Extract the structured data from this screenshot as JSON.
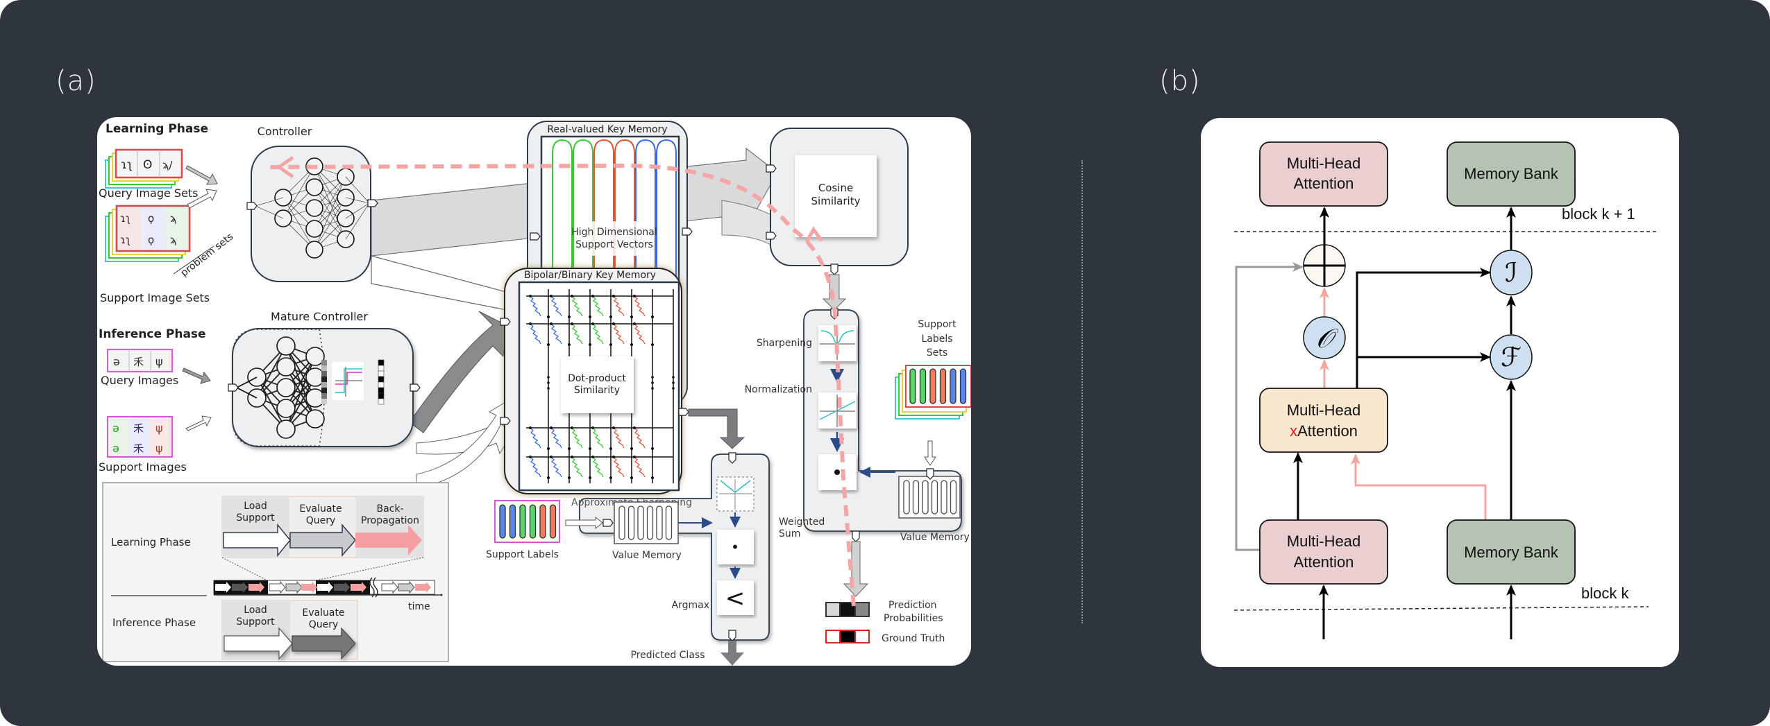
{
  "labels": {
    "panel_a": "(a)",
    "panel_b": "(b)"
  },
  "panel_a": {
    "learning_phase": {
      "title": "Learning Phase",
      "query_image_sets": "Query Image Sets",
      "support_image_sets": "Support Image Sets",
      "problem_sets": "problem sets",
      "controller": "Controller"
    },
    "inference_phase": {
      "title": "Inference Phase",
      "query_images": "Query Images",
      "support_images": "Support Images",
      "mature_controller": "Mature Controller"
    },
    "memories": {
      "real_valued_key_memory": "Real-valued Key Memory",
      "high_dim_line1": "High Dimensional",
      "high_dim_line2": "Support Vectors",
      "bipolar_key_memory": "Bipolar/Binary Key Memory",
      "dot_product_line1": "Dot-product",
      "dot_product_line2": "Similarity",
      "cosine_line1": "Cosine",
      "cosine_line2": "Similarity"
    },
    "pipeline": {
      "sharpening": "Sharpening",
      "normalization": "Normalization",
      "support_labels_sets_line1": "Support",
      "support_labels_sets_line2": "Labels",
      "support_labels_sets_line3": "Sets",
      "weighted_sum_line1": "Weighted",
      "weighted_sum_line2": "Sum",
      "value_memory": "Value Memory",
      "prediction_probabilities_line1": "Prediction",
      "prediction_probabilities_line2": "Probabilities",
      "ground_truth": "Ground Truth",
      "approximate_sharpening": "Approximate Sharpening",
      "support_labels": "Support Labels",
      "value_memory_lower": "Value Memory",
      "argmax": "Argmax",
      "predicted_class": "Predicted Class",
      "weighted_sum_symbol": "•",
      "argmax_symbol": "<"
    },
    "timeline": {
      "learning_phase": "Learning Phase",
      "inference_phase": "Inference Phase",
      "load_support_line1": "Load",
      "load_support_line2": "Support",
      "evaluate_query_line1": "Evaluate",
      "evaluate_query_line2": "Query",
      "backprop_line1": "Back-",
      "backprop_line2": "Propagation",
      "time": "time"
    },
    "glyphs": {
      "query_set": [
        "ɿʅ",
        "ʘ",
        "ϡ/"
      ],
      "support_set": [
        "ɿʅ",
        "ϙ",
        "ϡ",
        "ɿʅ",
        "ϙ",
        "ϡ"
      ],
      "query_images": [
        "ə",
        "禾",
        "ψ"
      ],
      "support_images": [
        "ə",
        "禾",
        "ψ",
        "ə",
        "禾",
        "ψ"
      ]
    },
    "colors": {
      "pink_dashed": "#f4a5a5",
      "green": "#3ac73a",
      "red": "#e0553a",
      "blue": "#3a6ae0",
      "navy_arrow": "#2b4a8a"
    }
  },
  "panel_b": {
    "top_mha_line1": "Multi-Head",
    "top_mha_line2": "Attention",
    "top_memory_bank": "Memory Bank",
    "block_k_plus_1": "block k + 1",
    "xattn_line1": "Multi-Head",
    "xattn_prefix": "x",
    "xattn_line2": "Attention",
    "bottom_mha_line1": "Multi-Head",
    "bottom_mha_line2": "Attention",
    "bottom_memory_bank": "Memory Bank",
    "block_k": "block k",
    "symbol_O": "𝒪",
    "symbol_I": "ℐ",
    "symbol_F": "ℱ",
    "symbol_plus": "⊕",
    "colors": {
      "mha_fill": "#eacfd1",
      "memory_fill": "#b5c4b2",
      "xattn_fill": "#f9e6cf",
      "op_fill": "#cfdff2",
      "pink_arrow": "#f2a4a0",
      "gray_arrow": "#9a9a9a",
      "x_red": "#e01818"
    }
  }
}
